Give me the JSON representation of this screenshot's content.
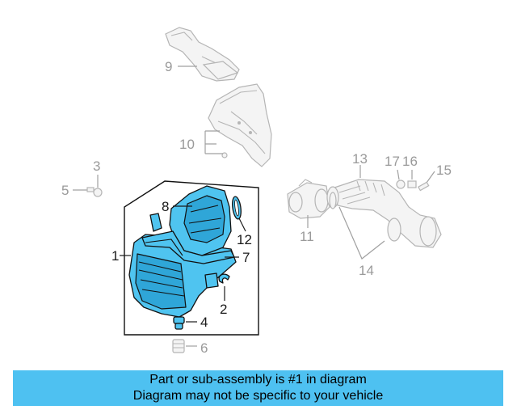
{
  "callouts": {
    "c1": "1",
    "c2": "2",
    "c3": "3",
    "c4": "4",
    "c5": "5",
    "c6": "6",
    "c7": "7",
    "c8": "8",
    "c9": "9",
    "c10": "10",
    "c11": "11",
    "c12": "12",
    "c13": "13",
    "c14": "14",
    "c15": "15",
    "c16": "16",
    "c17": "17"
  },
  "banner": {
    "line1": "Part or sub-assembly is #1 in diagram",
    "line2": "Diagram may not be specific to your vehicle"
  },
  "colors": {
    "highlight": "#4fc4f0",
    "banner": "#4ec1f1"
  }
}
